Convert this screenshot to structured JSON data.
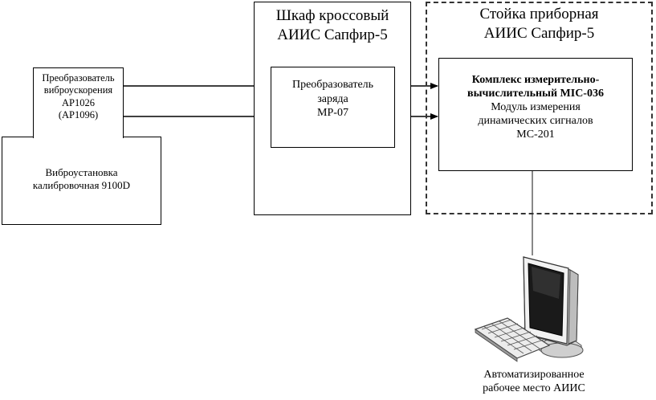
{
  "sensor": {
    "lines": [
      "Преобразователь",
      "виброускорения",
      "AP1026",
      "(AP1096)"
    ]
  },
  "calibrator": {
    "lines": [
      "Виброустановка",
      "калибровочная 9100D"
    ]
  },
  "cross_cabinet": {
    "title_lines": [
      "Шкаф кроссовый",
      "АИИС Сапфир-5"
    ]
  },
  "charge_converter": {
    "lines": [
      "Преобразователь",
      "заряда",
      "MP-07"
    ]
  },
  "instrument_rack": {
    "title_lines": [
      "Стойка приборная",
      "АИИС Сапфир-5"
    ]
  },
  "mic_complex": {
    "bold_lines": [
      "Комплекс измерительно-",
      "вычислительный MIC-036"
    ],
    "lines": [
      "Модуль измерения",
      "динамических сигналов",
      "MC-201"
    ]
  },
  "workstation": {
    "lines": [
      "Автоматизированное",
      "рабочее место АИИС"
    ]
  }
}
